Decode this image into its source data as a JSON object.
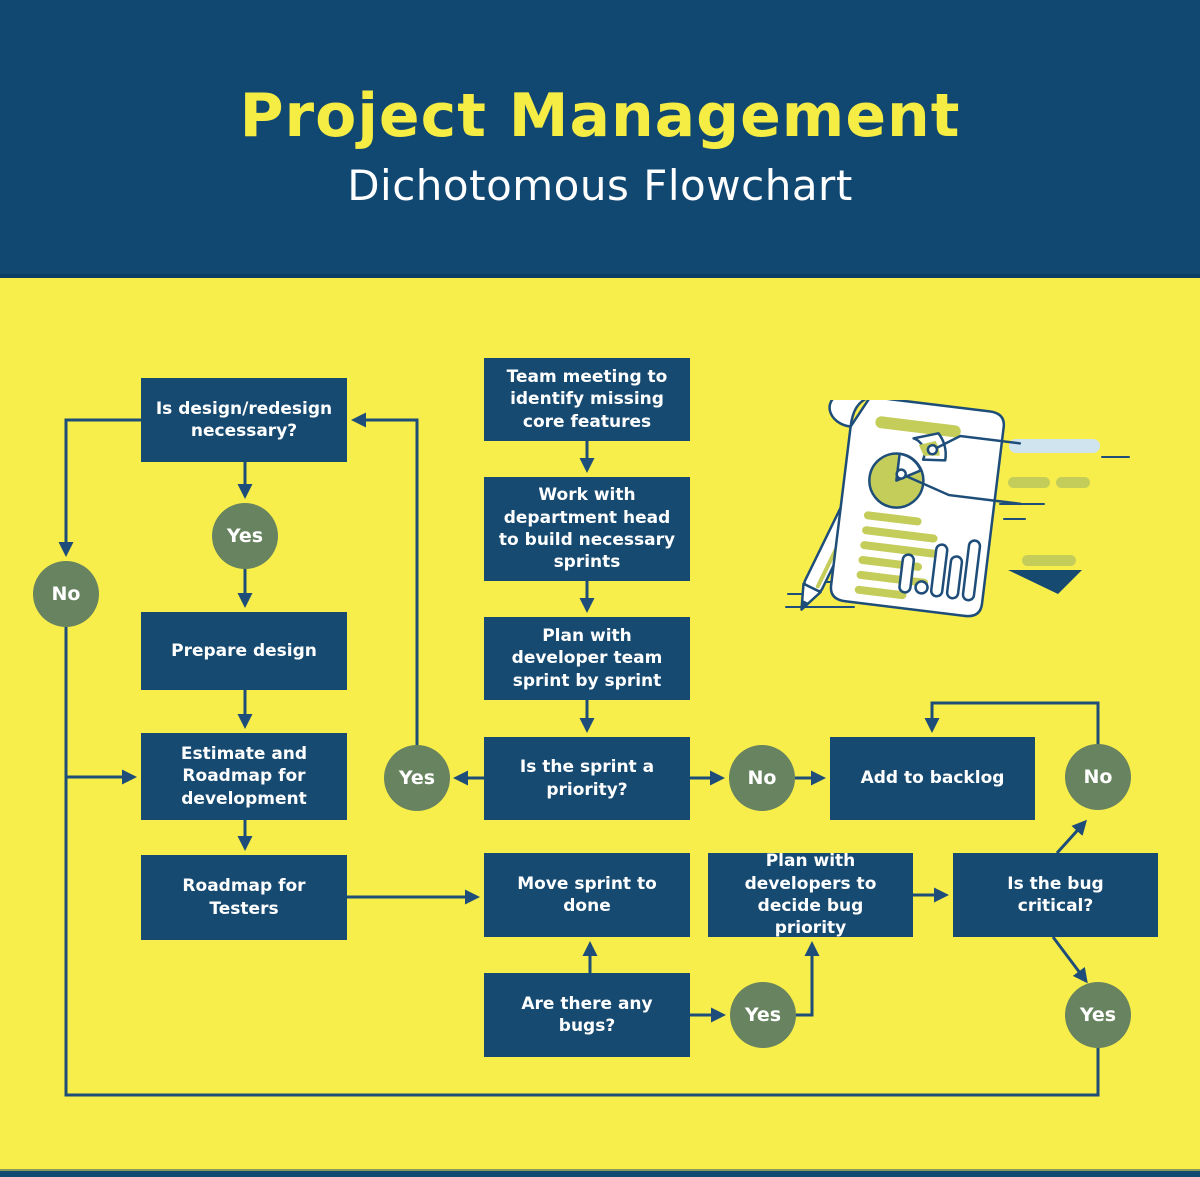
{
  "header": {
    "title": "Project Management",
    "subtitle": "Dichotomous Flowchart"
  },
  "nodes": [
    {
      "id": "is-design-necessary",
      "label": "Is design/redesign necessary?"
    },
    {
      "id": "team-meeting",
      "label": "Team meeting to identify missing core features"
    },
    {
      "id": "work-department-head",
      "label": "Work with department head to build necessary sprints"
    },
    {
      "id": "prepare-design",
      "label": "Prepare design"
    },
    {
      "id": "plan-developer-team",
      "label": "Plan with developer team sprint by sprint"
    },
    {
      "id": "estimate-roadmap",
      "label": "Estimate and Roadmap for development"
    },
    {
      "id": "sprint-priority",
      "label": "Is the sprint a priority?"
    },
    {
      "id": "add-to-backlog",
      "label": "Add to backlog"
    },
    {
      "id": "roadmap-testers",
      "label": "Roadmap for Testers"
    },
    {
      "id": "move-sprint-done",
      "label": "Move sprint to done"
    },
    {
      "id": "plan-bug-priority",
      "label": "Plan with developers to decide bug priority"
    },
    {
      "id": "is-bug-critical",
      "label": "Is the bug critical?"
    },
    {
      "id": "are-there-bugs",
      "label": "Are there any bugs?"
    }
  ],
  "decisions": [
    {
      "id": "yes-design",
      "label": "Yes"
    },
    {
      "id": "no-design",
      "label": "No"
    },
    {
      "id": "yes-sprint",
      "label": "Yes"
    },
    {
      "id": "no-sprint",
      "label": "No"
    },
    {
      "id": "no-bug-critical",
      "label": "No"
    },
    {
      "id": "yes-bugs",
      "label": "Yes"
    },
    {
      "id": "yes-bug-critical",
      "label": "Yes"
    }
  ],
  "illustration": {
    "name": "report-document-pen-illustration"
  },
  "colors": {
    "background_yellow": "#f8ee4b",
    "header_navy": "#114872",
    "node_navy": "#164a71",
    "connector_navy": "#1d4d78",
    "decision_sage": "#67835f",
    "title_yellow": "#f5ec44",
    "illustration_olive": "#c4cd5a",
    "illustration_lightblue": "#cfe4ef",
    "text_white": "#ffffff"
  }
}
